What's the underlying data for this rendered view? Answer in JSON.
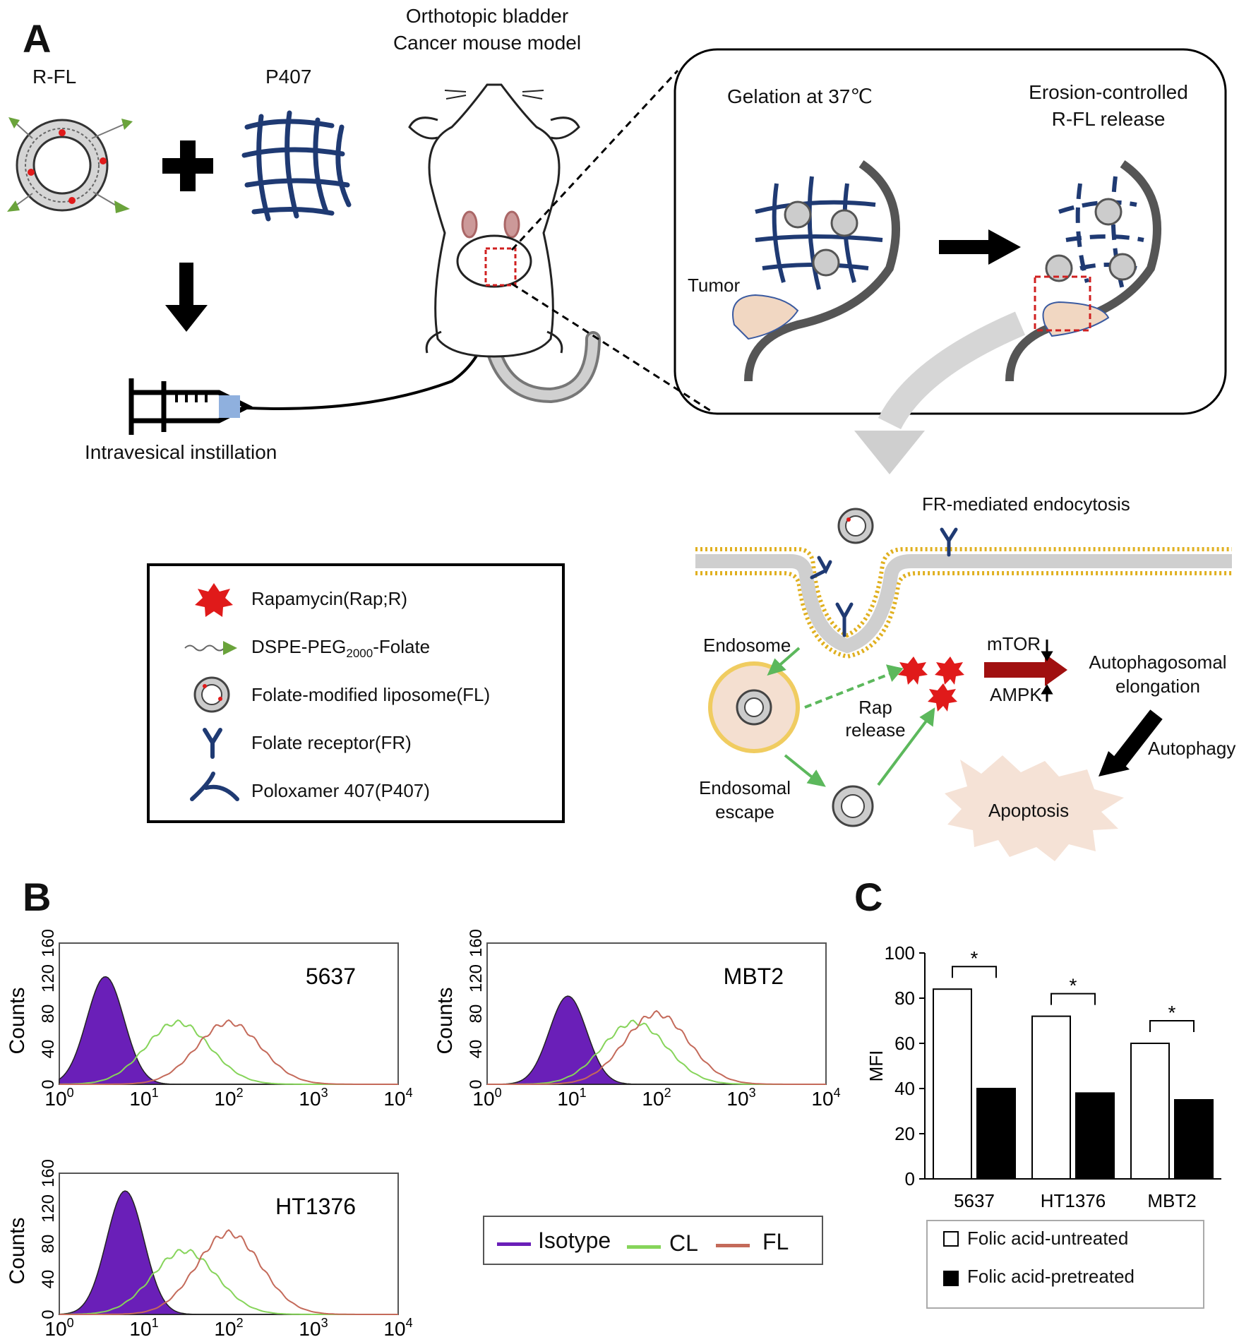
{
  "panelA": {
    "letter": "A",
    "rfl": "R-FL",
    "p407": "P407",
    "mouse_title_1": "Orthotopic bladder",
    "mouse_title_2": "Cancer mouse model",
    "instillation": "Intravesical instillation",
    "inset": {
      "gelation": "Gelation at 37℃",
      "erosion_1": "Erosion-controlled",
      "erosion_2": "R-FL release",
      "tumor": "Tumor"
    },
    "legend": {
      "items": [
        {
          "icon": "rapamycin-star-icon",
          "label": "Rapamycin(Rap;R)"
        },
        {
          "icon": "peg-folate-icon",
          "label_pre": "DSPE-PEG",
          "label_sub": "2000",
          "label_post": "-Folate"
        },
        {
          "icon": "liposome-icon",
          "label": "Folate-modified liposome(FL)"
        },
        {
          "icon": "folate-receptor-icon",
          "label": "Folate receptor(FR)"
        },
        {
          "icon": "poloxamer-icon",
          "label": "Poloxamer 407(P407)"
        }
      ]
    },
    "cell": {
      "endocytosis": "FR-mediated endocytosis",
      "endosome": "Endosome",
      "rap_release_1": "Rap",
      "rap_release_2": "release",
      "escape_1": "Endosomal",
      "escape_2": "escape",
      "mtor": "mTOR",
      "ampk": "AMPK",
      "autophago_1": "Autophagosomal",
      "autophago_2": "elongation",
      "autophagy": "Autophagy",
      "apoptosis": "Apoptosis"
    }
  },
  "panelB": {
    "letter": "B",
    "ylabel": "Counts",
    "yticks": [
      "0",
      "40",
      "80",
      "120",
      "160"
    ],
    "xticks": [
      {
        "base": "10",
        "exp": "0"
      },
      {
        "base": "10",
        "exp": "1"
      },
      {
        "base": "10",
        "exp": "2"
      },
      {
        "base": "10",
        "exp": "3"
      },
      {
        "base": "10",
        "exp": "4"
      }
    ],
    "plots": [
      "5637",
      "MBT2",
      "HT1376"
    ],
    "legend": [
      "Isotype",
      "CL",
      "FL"
    ],
    "colors": {
      "isotype": "#6a1fb8",
      "cl": "#86d45a",
      "fl": "#c46a5a"
    }
  },
  "panelC": {
    "letter": "C",
    "ylabel": "MFI",
    "sig": "*",
    "legend": [
      "Folic acid-untreated",
      "Folic acid-pretreated"
    ]
  },
  "chart_data": [
    {
      "type": "bar",
      "categories": [
        "5637",
        "HT1376",
        "MBT2"
      ],
      "series": [
        {
          "name": "Folic acid-untreated",
          "values": [
            84,
            72,
            60
          ]
        },
        {
          "name": "Folic acid-pretreated",
          "values": [
            40,
            38,
            35
          ]
        }
      ],
      "xlabel": "",
      "ylabel": "MFI",
      "ylim": [
        0,
        100
      ],
      "yticks": [
        0,
        20,
        40,
        60,
        80,
        100
      ],
      "annotations": [
        "*",
        "*",
        "*"
      ],
      "colors": {
        "Folic acid-untreated": "#ffffff",
        "Folic acid-pretreated": "#000000"
      },
      "legend": "bottom"
    },
    {
      "type": "area",
      "title": "5637",
      "xlabel": "",
      "ylabel": "Counts",
      "xscale": "log",
      "xlim": [
        1,
        10000
      ],
      "ylim": [
        0,
        160
      ],
      "series": [
        {
          "name": "Isotype",
          "peak_x": 3.5,
          "peak_y": 122
        },
        {
          "name": "CL",
          "peak_x": 25,
          "peak_y": 70
        },
        {
          "name": "FL",
          "peak_x": 100,
          "peak_y": 70
        }
      ]
    },
    {
      "type": "area",
      "title": "MBT2",
      "xlabel": "",
      "ylabel": "Counts",
      "xscale": "log",
      "xlim": [
        1,
        10000
      ],
      "ylim": [
        0,
        160
      ],
      "series": [
        {
          "name": "Isotype",
          "peak_x": 9,
          "peak_y": 100
        },
        {
          "name": "CL",
          "peak_x": 55,
          "peak_y": 70
        },
        {
          "name": "FL",
          "peak_x": 100,
          "peak_y": 80
        }
      ]
    },
    {
      "type": "area",
      "title": "HT1376",
      "xlabel": "",
      "ylabel": "Counts",
      "xscale": "log",
      "xlim": [
        1,
        10000
      ],
      "ylim": [
        0,
        160
      ],
      "series": [
        {
          "name": "Isotype",
          "peak_x": 6,
          "peak_y": 140
        },
        {
          "name": "CL",
          "peak_x": 30,
          "peak_y": 72
        },
        {
          "name": "FL",
          "peak_x": 100,
          "peak_y": 92
        }
      ]
    }
  ]
}
